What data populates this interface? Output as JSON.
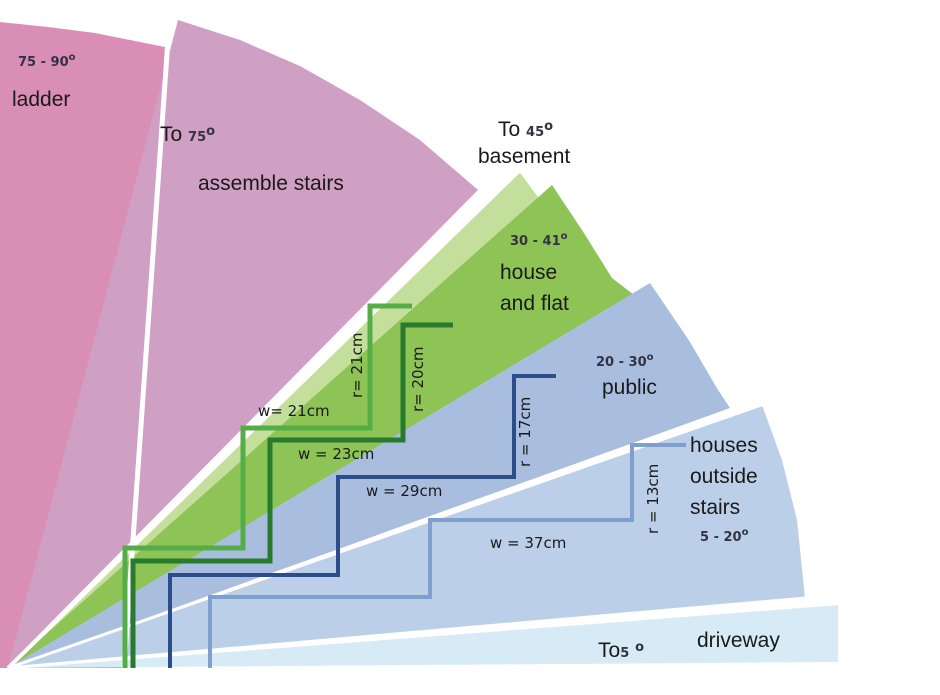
{
  "colors": {
    "ladder": "#d98fb5",
    "assemble": "#cf9fc4",
    "basement": "#c4df9c",
    "house": "#8dc455",
    "public": "#a9bddf",
    "outside": "#bccfe9",
    "driveway": "#d7ebf7",
    "stair_green_light": "#55ad47",
    "stair_green_dark": "#287a2e",
    "stair_blue_dark": "#2c4c8a",
    "stair_blue_light": "#7f9fcc"
  },
  "sectors": {
    "ladder": {
      "range": "75  -  90",
      "name": "ladder"
    },
    "assemble": {
      "to": "To",
      "to_val": "75",
      "name": "assemble stairs"
    },
    "basement": {
      "to": "To",
      "to_val": "45",
      "name": "basement"
    },
    "house": {
      "range": "30 - 41",
      "name_1": "house",
      "name_2": "and flat"
    },
    "public": {
      "range": "20 - 30",
      "name": "public"
    },
    "outside": {
      "name_1": "houses",
      "name_2": "outside",
      "name_3": "stairs",
      "range": "5  -  20"
    },
    "driveway": {
      "to": "To",
      "to_val": "5",
      "name": "driveway"
    }
  },
  "degree_mark": "o",
  "measurements": {
    "r21": "r= 21cm",
    "w21": "w= 21cm",
    "r20": "r= 20cm",
    "w23": "w = 23cm",
    "r17": "r = 17cm",
    "w29": "w = 29cm",
    "r13": "r = 13cm",
    "w37": "w = 37cm"
  }
}
